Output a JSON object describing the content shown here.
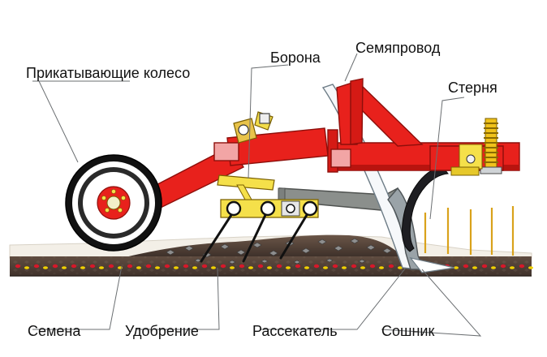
{
  "labels": {
    "roller_wheel": "Прикатывающие колесо",
    "harrow": "Борона",
    "seed_tube": "Семяпровод",
    "stubble": "Стерня",
    "seeds": "Семена",
    "fertilizer": "Удобрение",
    "splitter": "Рассекатель",
    "opener": "Сошник"
  },
  "colors": {
    "frame_red": "#e8211c",
    "frame_dark_red": "#b8140f",
    "soil_dark": "#4a3a32",
    "soil_light": "#f2ede4",
    "seed_red": "#d6182a",
    "fertilizer_yellow": "#f0d000",
    "harrow_yellow": "#f5e04a",
    "arm_gray": "#8b8f8c",
    "stubble_gold": "#d9a21b",
    "tire_black": "#141414"
  },
  "icons": [
    "press-wheel-icon",
    "spring-icon",
    "harrow-tine-icon"
  ]
}
